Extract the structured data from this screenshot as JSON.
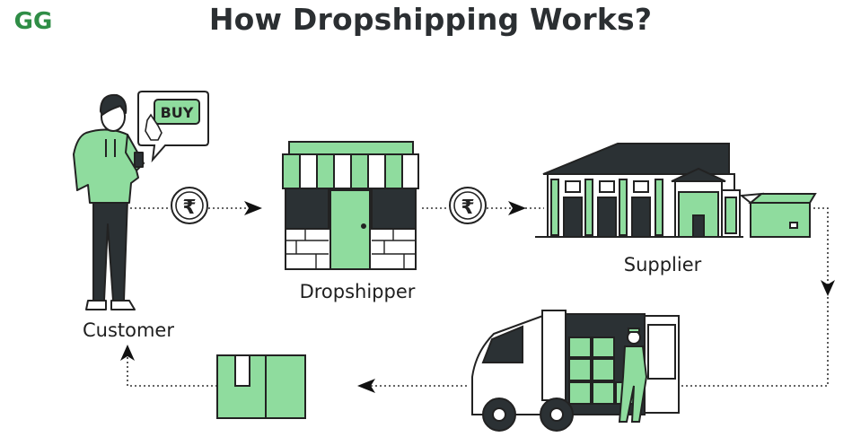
{
  "title": "How Dropshipping Works?",
  "logo": {
    "text": "GG",
    "color": "#2f8d46"
  },
  "nodes": {
    "customer": "Customer",
    "dropshipper": "Dropshipper",
    "supplier": "Supplier"
  },
  "speech_bubble": {
    "text": "BUY"
  },
  "payment_symbol": "₹",
  "colors": {
    "accent": "#8fdc9e",
    "dark": "#2b3134",
    "brand": "#2f8d46"
  }
}
